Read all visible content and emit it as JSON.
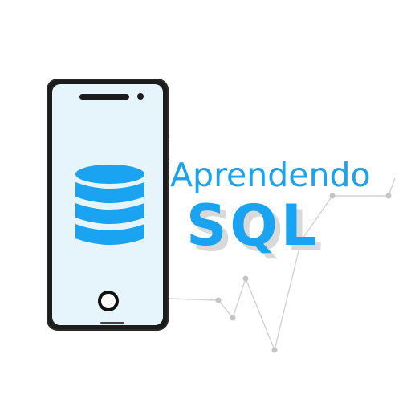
{
  "title": {
    "line1": "Aprendendo",
    "line2": "SQL"
  },
  "icons": {
    "phone": "smartphone-icon",
    "database": "database-icon",
    "home_button": "home-button-icon",
    "graph": "line-graph-decoration"
  },
  "colors": {
    "accent": "#1aa3f0",
    "phone_body": "#1c1c1c",
    "screen": "#e6f4fc",
    "shadow": "#d9d9d9",
    "graph": "#c8c8c8"
  }
}
